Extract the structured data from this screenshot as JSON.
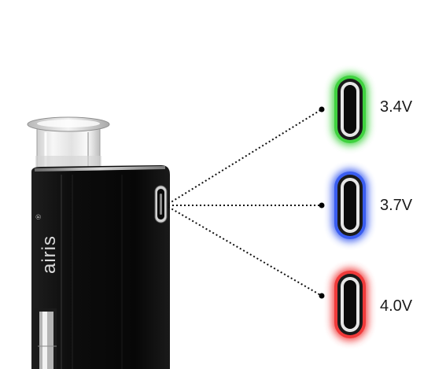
{
  "device": {
    "brand": "airis",
    "brand_mark": "®",
    "body_color": "#0c0c0c"
  },
  "indicator_levels": [
    {
      "voltage": "3.4V",
      "glow_color": "#3fd23f"
    },
    {
      "voltage": "3.7V",
      "glow_color": "#3a5df0"
    },
    {
      "voltage": "4.0V",
      "glow_color": "#f03a3a"
    }
  ]
}
